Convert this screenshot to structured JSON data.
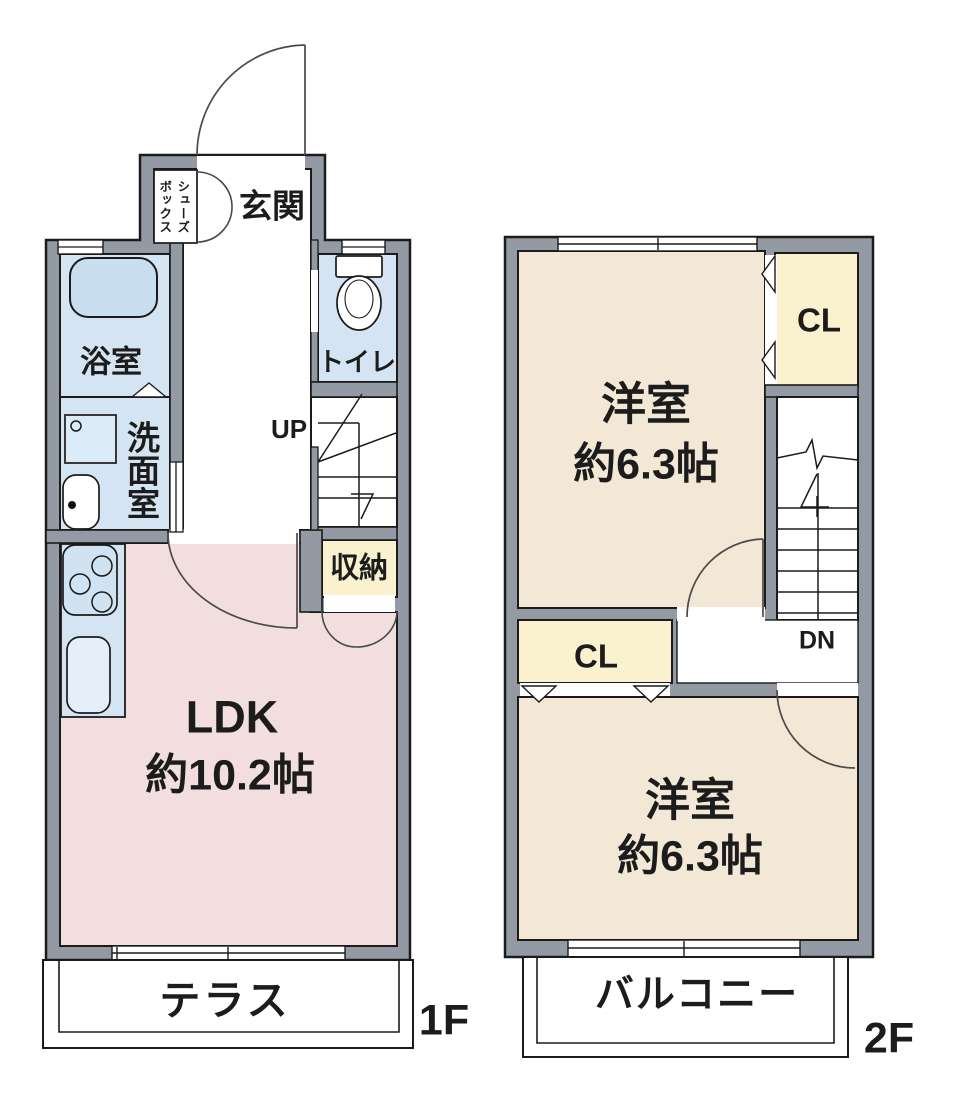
{
  "floor1": {
    "label": "1F",
    "genkan": "玄関",
    "shoe_box_col_right": "シューズ",
    "shoe_box_col_left": "ボックス",
    "bathroom": "浴室",
    "washroom": "洗面室",
    "toilet": "トイレ",
    "stairs_direction": "UP",
    "storage": "収納",
    "ldk_name": "LDK",
    "ldk_size": "約10.2帖",
    "terrace": "テラス"
  },
  "floor2": {
    "label": "2F",
    "bedroom1_name": "洋室",
    "bedroom1_size": "約6.3帖",
    "closet_upper": "CL",
    "stairs_direction": "DN",
    "closet_lower": "CL",
    "bedroom2_name": "洋室",
    "bedroom2_size": "約6.3帖",
    "balcony": "バルコニー"
  },
  "colors": {
    "wall": "#949aa3",
    "outline": "#1b1b1b",
    "ldk_pink": "#f3dedf",
    "wet_area_blue": "#d4e4f2",
    "bathtub_blue": "#c9def0",
    "closet_cream": "#faf1cf",
    "bedroom_beige": "#f3e8d6",
    "door_arc": "#4a4a4a"
  }
}
